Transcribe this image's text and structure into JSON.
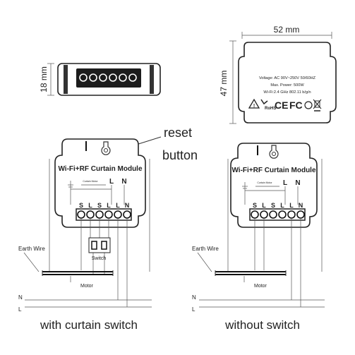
{
  "side_view": {
    "height_dim": "18 mm"
  },
  "top_view": {
    "width_dim": "52 mm",
    "height_dim": "47 mm",
    "spec_voltage": "Voltage: AC 90V~250V   50/60HZ",
    "spec_power": "Max. Power: 500W",
    "spec_wifi": "Wi-Fi:2.4 GHz      802.11 b/g/n",
    "cert_rohs": "RoHS",
    "cert_ce": "CE",
    "cert_fc": "FC"
  },
  "callout": {
    "line1": "reset",
    "line2": "button"
  },
  "module_left": {
    "title": "Wi-Fi+RF Curtain Module",
    "motor_label": "Curtain Motor",
    "term_l": "L",
    "term_n": "N",
    "terminals": [
      "S",
      "L",
      "S",
      "L",
      "L",
      "N"
    ],
    "earth_wire": "Earth Wire",
    "switch_label": "Switch",
    "motor": "Motor",
    "line_n": "N",
    "line_l": "L",
    "caption": "with curtain switch"
  },
  "module_right": {
    "title": "Wi-Fi+RF Curtain Module",
    "motor_label": "Curtain Motor",
    "term_l": "L",
    "term_n": "N",
    "terminals": [
      "S",
      "L",
      "S",
      "L",
      "L",
      "N"
    ],
    "earth_wire": "Earth Wire",
    "motor": "Motor",
    "line_n": "N",
    "line_l": "L",
    "caption": "without switch"
  }
}
